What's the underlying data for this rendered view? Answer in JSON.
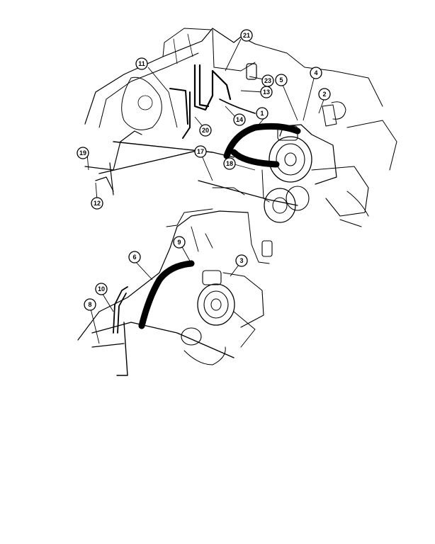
{
  "callouts": {
    "c1": "1",
    "c2": "2",
    "c3": "3",
    "c4": "4",
    "c5": "5",
    "c6": "6",
    "c8": "8",
    "c9": "9",
    "c10": "10",
    "c11": "11",
    "c12": "12",
    "c13": "13",
    "c14": "14",
    "c17": "17",
    "c18": "18",
    "c19": "19",
    "c20": "20",
    "c21": "21",
    "c23": "23"
  },
  "colors": {
    "line": "#000000",
    "background": "#ffffff"
  }
}
